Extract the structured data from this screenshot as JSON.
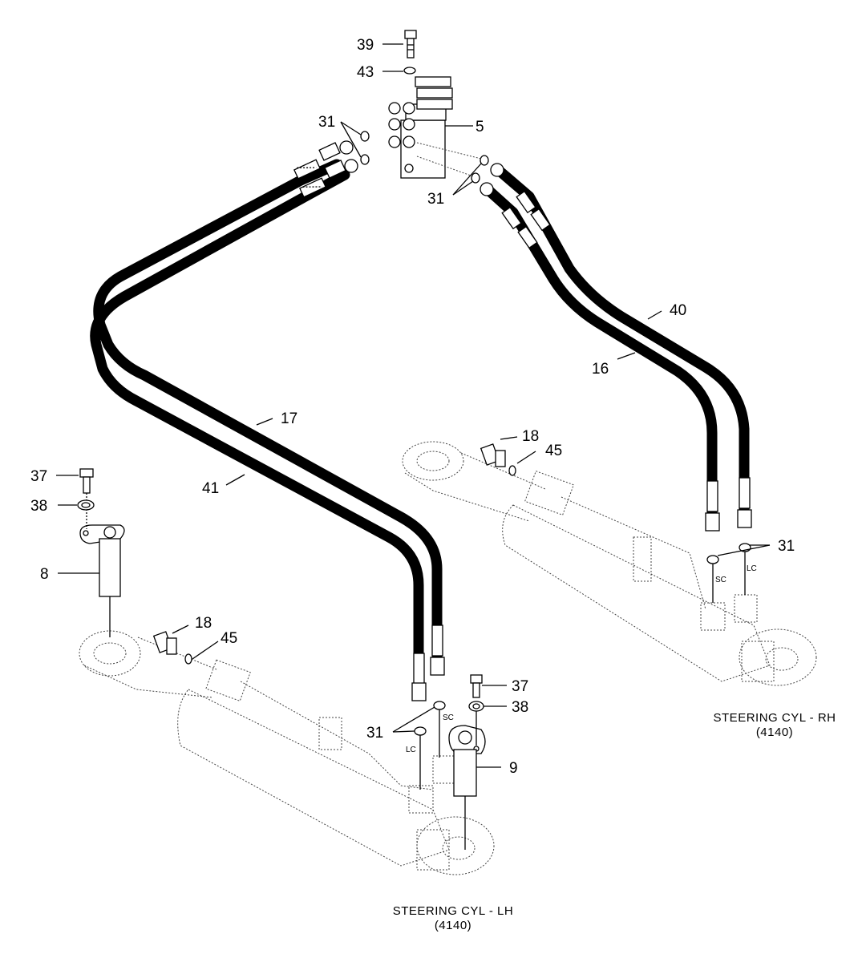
{
  "callouts": {
    "c39": "39",
    "c43": "43",
    "c31_valve_left": "31",
    "c5": "5",
    "c31_valve_right": "31",
    "c40": "40",
    "c16": "16",
    "c17": "17",
    "c41": "41",
    "c18_rh": "18",
    "c45_rh": "45",
    "c31_rh": "31",
    "c37_lh": "37",
    "c38_lh": "38",
    "c8": "8",
    "c18_lh": "18",
    "c45_lh": "45",
    "c37_rh": "37",
    "c38_rh": "38",
    "c31_lh": "31",
    "c9": "9"
  },
  "port_tags": {
    "sc_rh": "SC",
    "lc_rh": "LC",
    "sc_lh": "SC",
    "lc_lh": "LC"
  },
  "captions": {
    "rh_title": "STEERING CYL - RH",
    "rh_code": "(4140)",
    "lh_title": "STEERING CYL - LH",
    "lh_code": "(4140)"
  }
}
